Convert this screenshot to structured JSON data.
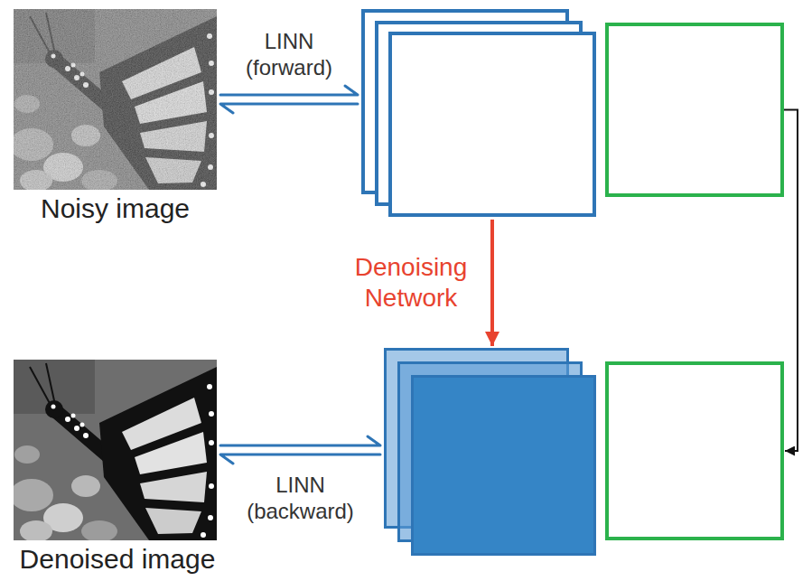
{
  "diagram": {
    "nodes": [
      {
        "text": [
          "Noisy image"
        ]
      },
      {
        "text": []
      },
      {
        "text": []
      },
      {
        "text": [
          "Denoised image"
        ]
      },
      {
        "text": []
      },
      {
        "text": []
      }
    ],
    "edges": [
      {
        "from": 0,
        "to": 1,
        "arrow": "both",
        "label": "LINN (forward)"
      },
      {
        "from": 1,
        "to": 4,
        "arrow": "to",
        "label": "Denoising Network"
      },
      {
        "from": 2,
        "to": 5,
        "arrow": "to"
      },
      {
        "from": 3,
        "to": 4,
        "arrow": "both",
        "label": "LINN (backward)"
      }
    ]
  }
}
